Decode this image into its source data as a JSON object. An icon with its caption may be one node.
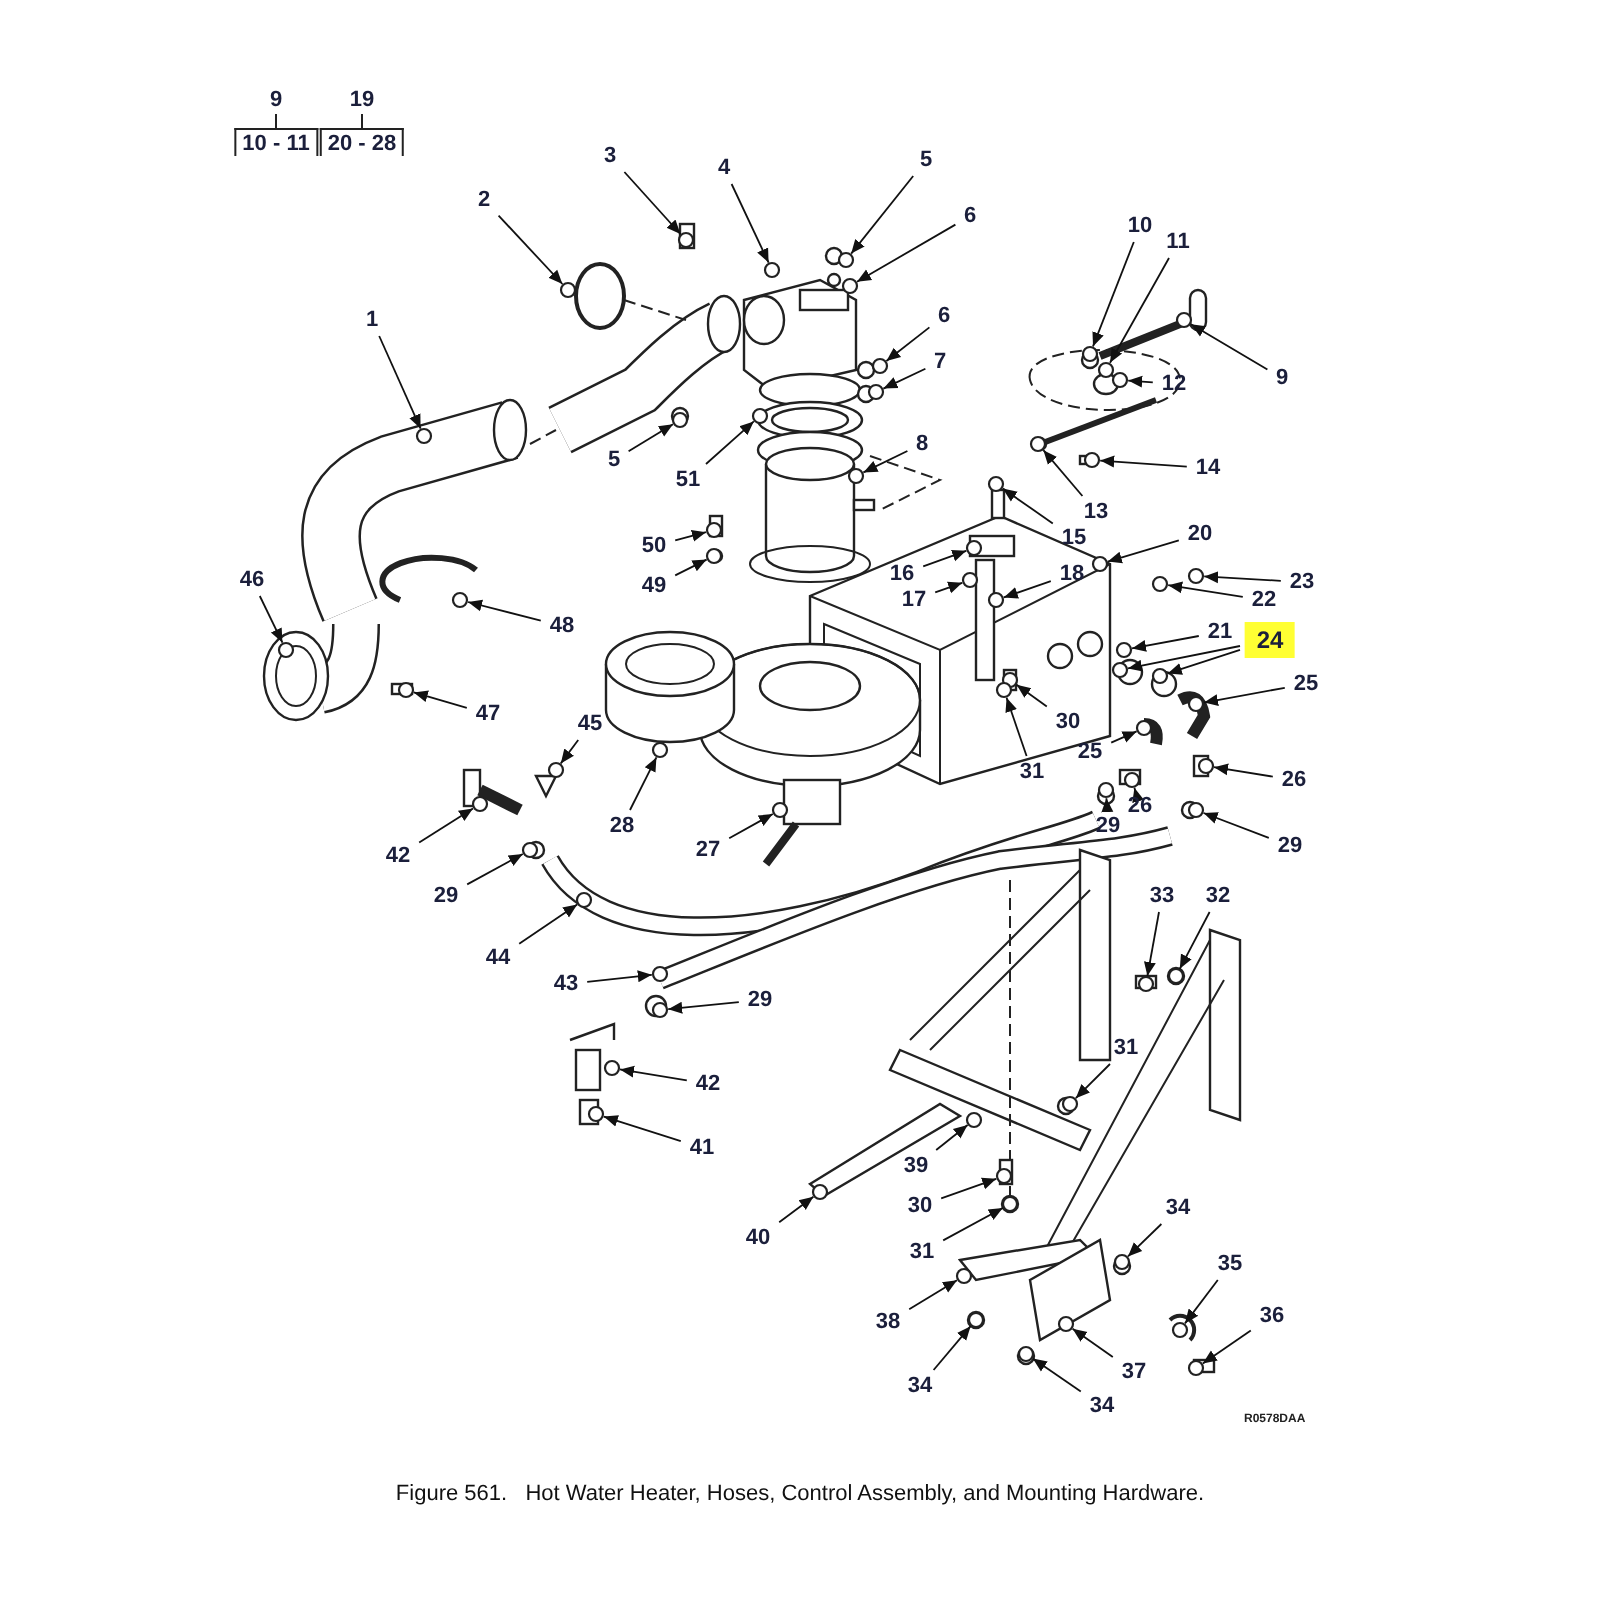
{
  "diagram": {
    "caption": "Figure 561.   Hot Water Heater, Hoses, Control Assembly, and Mounting Hardware.",
    "nodes": [
      {
        "text": [
          "1"
        ]
      },
      {
        "text": [
          "2"
        ]
      },
      {
        "text": [
          "3"
        ]
      },
      {
        "text": [
          "4"
        ]
      },
      {
        "text": [
          "5"
        ]
      },
      {
        "text": [
          "6"
        ]
      },
      {
        "text": [
          "10"
        ]
      },
      {
        "text": [
          "11"
        ]
      },
      {
        "text": [
          "6"
        ]
      },
      {
        "text": [
          "7"
        ]
      },
      {
        "text": [
          "9"
        ]
      },
      {
        "text": [
          "12"
        ]
      },
      {
        "text": [
          "8"
        ]
      },
      {
        "text": [
          "5"
        ]
      },
      {
        "text": [
          "51"
        ]
      },
      {
        "text": [
          "14"
        ]
      },
      {
        "text": [
          "13"
        ]
      },
      {
        "text": [
          "20"
        ]
      },
      {
        "text": [
          "15"
        ]
      },
      {
        "text": [
          "50"
        ]
      },
      {
        "text": [
          "16"
        ]
      },
      {
        "text": [
          "18"
        ]
      },
      {
        "text": [
          "23"
        ]
      },
      {
        "text": [
          "46"
        ]
      },
      {
        "text": [
          "49"
        ]
      },
      {
        "text": [
          "22"
        ]
      },
      {
        "text": [
          "17"
        ]
      },
      {
        "text": [
          "48"
        ]
      },
      {
        "text": [
          "21"
        ]
      },
      {
        "text": [
          "24"
        ]
      },
      {
        "text": [
          "25"
        ]
      },
      {
        "text": [
          "47"
        ]
      },
      {
        "text": [
          "30"
        ]
      },
      {
        "text": [
          "45"
        ]
      },
      {
        "text": [
          "25"
        ]
      },
      {
        "text": [
          "31"
        ]
      },
      {
        "text": [
          "26"
        ]
      },
      {
        "text": [
          "26"
        ]
      },
      {
        "text": [
          "28"
        ]
      },
      {
        "text": [
          "29"
        ]
      },
      {
        "text": [
          "29"
        ]
      },
      {
        "text": [
          "27"
        ]
      },
      {
        "text": [
          "42"
        ]
      },
      {
        "text": [
          "29"
        ]
      },
      {
        "text": [
          "33"
        ]
      },
      {
        "text": [
          "32"
        ]
      },
      {
        "text": [
          "44"
        ]
      },
      {
        "text": [
          "43"
        ]
      },
      {
        "text": [
          "29"
        ]
      },
      {
        "text": [
          "31"
        ]
      },
      {
        "text": [
          "42"
        ]
      },
      {
        "text": [
          "41"
        ]
      },
      {
        "text": [
          "39"
        ]
      },
      {
        "text": [
          "30"
        ]
      },
      {
        "text": [
          "34"
        ]
      },
      {
        "text": [
          "40"
        ]
      },
      {
        "text": [
          "31"
        ]
      },
      {
        "text": [
          "35"
        ]
      },
      {
        "text": [
          "36"
        ]
      },
      {
        "text": [
          "38"
        ]
      },
      {
        "text": [
          "37"
        ]
      },
      {
        "text": [
          "34"
        ]
      },
      {
        "text": [
          "34"
        ]
      },
      {
        "text": [],
        "shape": "circle"
      },
      {
        "text": [],
        "shape": "circle"
      },
      {
        "text": [],
        "shape": "circle"
      },
      {
        "text": [],
        "shape": "circle"
      },
      {
        "text": [],
        "shape": "circle"
      },
      {
        "text": [],
        "shape": "circle"
      },
      {
        "text": [],
        "shape": "circle"
      },
      {
        "text": [],
        "shape": "circle"
      },
      {
        "text": [],
        "shape": "circle"
      },
      {
        "text": [],
        "shape": "circle"
      },
      {
        "text": [],
        "shape": "circle"
      },
      {
        "text": [],
        "shape": "circle"
      },
      {
        "text": [],
        "shape": "circle"
      },
      {
        "text": [],
        "shape": "circle"
      },
      {
        "text": [],
        "shape": "circle"
      },
      {
        "text": [],
        "shape": "circle"
      },
      {
        "text": [],
        "shape": "circle"
      },
      {
        "text": [],
        "shape": "circle"
      },
      {
        "text": [],
        "shape": "circle"
      },
      {
        "text": [],
        "shape": "circle"
      },
      {
        "text": [],
        "shape": "circle"
      },
      {
        "text": [],
        "shape": "circle"
      },
      {
        "text": [],
        "shape": "circle"
      },
      {
        "text": [],
        "shape": "circle"
      },
      {
        "text": [],
        "shape": "circle"
      },
      {
        "text": [],
        "shape": "circle"
      },
      {
        "text": [],
        "shape": "circle"
      },
      {
        "text": [],
        "shape": "circle"
      },
      {
        "text": [],
        "shape": "circle"
      },
      {
        "text": [],
        "shape": "circle"
      },
      {
        "text": [],
        "shape": "circle"
      },
      {
        "text": [],
        "shape": "circle"
      },
      {
        "text": [],
        "shape": "circle"
      },
      {
        "text": [],
        "shape": "circle"
      },
      {
        "text": [],
        "shape": "circle"
      },
      {
        "text": [],
        "shape": "circle"
      },
      {
        "text": [],
        "shape": "circle"
      },
      {
        "text": [],
        "shape": "circle"
      },
      {
        "text": [],
        "shape": "circle"
      },
      {
        "text": [],
        "shape": "circle"
      },
      {
        "text": [],
        "shape": "circle"
      },
      {
        "text": [],
        "shape": "circle"
      },
      {
        "text": [],
        "shape": "circle"
      },
      {
        "text": [],
        "shape": "circle"
      },
      {
        "text": [],
        "shape": "circle"
      },
      {
        "text": [],
        "shape": "circle"
      },
      {
        "text": [],
        "shape": "circle"
      },
      {
        "text": [],
        "shape": "circle"
      },
      {
        "text": [],
        "shape": "circle"
      },
      {
        "text": [],
        "shape": "circle"
      },
      {
        "text": [],
        "shape": "circle"
      },
      {
        "text": [],
        "shape": "circle"
      },
      {
        "text": [],
        "shape": "circle"
      },
      {
        "text": [],
        "shape": "circle"
      },
      {
        "text": [],
        "shape": "circle"
      },
      {
        "text": [],
        "shape": "circle"
      },
      {
        "text": [],
        "shape": "circle"
      },
      {
        "text": [],
        "shape": "circle"
      },
      {
        "text": [],
        "shape": "circle"
      },
      {
        "text": [],
        "shape": "circle"
      },
      {
        "text": [],
        "shape": "circle"
      },
      {
        "text": [],
        "shape": "circle"
      },
      {
        "text": [],
        "shape": "circle"
      },
      {
        "text": [],
        "shape": "circle"
      }
    ],
    "edges": [
      {
        "from": 0,
        "to": 63,
        "arrow": "to"
      },
      {
        "from": 1,
        "to": 64,
        "arrow": "to"
      },
      {
        "from": 2,
        "to": 65,
        "arrow": "to"
      },
      {
        "from": 3,
        "to": 66,
        "arrow": "to"
      },
      {
        "from": 4,
        "to": 67,
        "arrow": "to"
      },
      {
        "from": 5,
        "to": 68,
        "arrow": "to"
      },
      {
        "from": 6,
        "to": 69,
        "arrow": "to"
      },
      {
        "from": 7,
        "to": 70,
        "arrow": "to"
      },
      {
        "from": 8,
        "to": 71,
        "arrow": "to"
      },
      {
        "from": 9,
        "to": 72,
        "arrow": "to"
      },
      {
        "from": 10,
        "to": 73,
        "arrow": "to"
      },
      {
        "from": 11,
        "to": 74,
        "arrow": "to"
      },
      {
        "from": 12,
        "to": 75,
        "arrow": "to"
      },
      {
        "from": 13,
        "to": 76,
        "arrow": "to"
      },
      {
        "from": 14,
        "to": 77,
        "arrow": "to"
      },
      {
        "from": 15,
        "to": 78,
        "arrow": "to"
      },
      {
        "from": 16,
        "to": 79,
        "arrow": "to"
      },
      {
        "from": 17,
        "to": 80,
        "arrow": "to"
      },
      {
        "from": 18,
        "to": 81,
        "arrow": "to"
      },
      {
        "from": 19,
        "to": 82,
        "arrow": "to"
      },
      {
        "from": 20,
        "to": 83,
        "arrow": "to"
      },
      {
        "from": 21,
        "to": 84,
        "arrow": "to"
      },
      {
        "from": 22,
        "to": 85,
        "arrow": "to"
      },
      {
        "from": 23,
        "to": 86,
        "arrow": "to"
      },
      {
        "from": 24,
        "to": 87,
        "arrow": "to"
      },
      {
        "from": 25,
        "to": 88,
        "arrow": "to"
      },
      {
        "from": 26,
        "to": 89,
        "arrow": "to"
      },
      {
        "from": 27,
        "to": 90,
        "arrow": "to"
      },
      {
        "from": 28,
        "to": 91,
        "arrow": "to"
      },
      {
        "from": 29,
        "to": 92,
        "arrow": "to"
      },
      {
        "from": 29,
        "to": 93,
        "arrow": "to"
      },
      {
        "from": 30,
        "to": 94,
        "arrow": "to"
      },
      {
        "from": 31,
        "to": 95,
        "arrow": "to"
      },
      {
        "from": 32,
        "to": 96,
        "arrow": "to"
      },
      {
        "from": 33,
        "to": 97,
        "arrow": "to"
      },
      {
        "from": 34,
        "to": 98,
        "arrow": "to"
      },
      {
        "from": 35,
        "to": 99,
        "arrow": "to"
      },
      {
        "from": 36,
        "to": 100,
        "arrow": "to"
      },
      {
        "from": 37,
        "to": 101,
        "arrow": "to"
      },
      {
        "from": 38,
        "to": 102,
        "arrow": "to"
      },
      {
        "from": 39,
        "to": 103,
        "arrow": "to"
      },
      {
        "from": 40,
        "to": 104,
        "arrow": "to"
      },
      {
        "from": 41,
        "to": 105,
        "arrow": "to"
      },
      {
        "from": 42,
        "to": 106,
        "arrow": "to"
      },
      {
        "from": 43,
        "to": 107,
        "arrow": "to"
      },
      {
        "from": 44,
        "to": 108,
        "arrow": "to"
      },
      {
        "from": 45,
        "to": 109,
        "arrow": "to"
      },
      {
        "from": 46,
        "to": 110,
        "arrow": "to"
      },
      {
        "from": 47,
        "to": 111,
        "arrow": "to"
      },
      {
        "from": 48,
        "to": 112,
        "arrow": "to"
      },
      {
        "from": 49,
        "to": 113,
        "arrow": "to"
      },
      {
        "from": 50,
        "to": 114,
        "arrow": "to"
      },
      {
        "from": 51,
        "to": 115,
        "arrow": "to"
      },
      {
        "from": 52,
        "to": 116,
        "arrow": "to"
      },
      {
        "from": 53,
        "to": 117,
        "arrow": "to"
      },
      {
        "from": 54,
        "to": 118,
        "arrow": "to"
      },
      {
        "from": 55,
        "to": 119,
        "arrow": "to"
      },
      {
        "from": 56,
        "to": 120,
        "arrow": "to"
      },
      {
        "from": 57,
        "to": 121,
        "arrow": "to"
      },
      {
        "from": 58,
        "to": 122,
        "arrow": "to"
      },
      {
        "from": 59,
        "to": 123,
        "arrow": "to"
      },
      {
        "from": 60,
        "to": 124,
        "arrow": "to"
      },
      {
        "from": 61,
        "to": 125,
        "arrow": "to"
      },
      {
        "from": 62,
        "to": 126,
        "arrow": "to"
      }
    ],
    "labels": [
      "9",
      "19",
      "10 - 11",
      "20 - 28",
      "R0578DAA"
    ]
  }
}
